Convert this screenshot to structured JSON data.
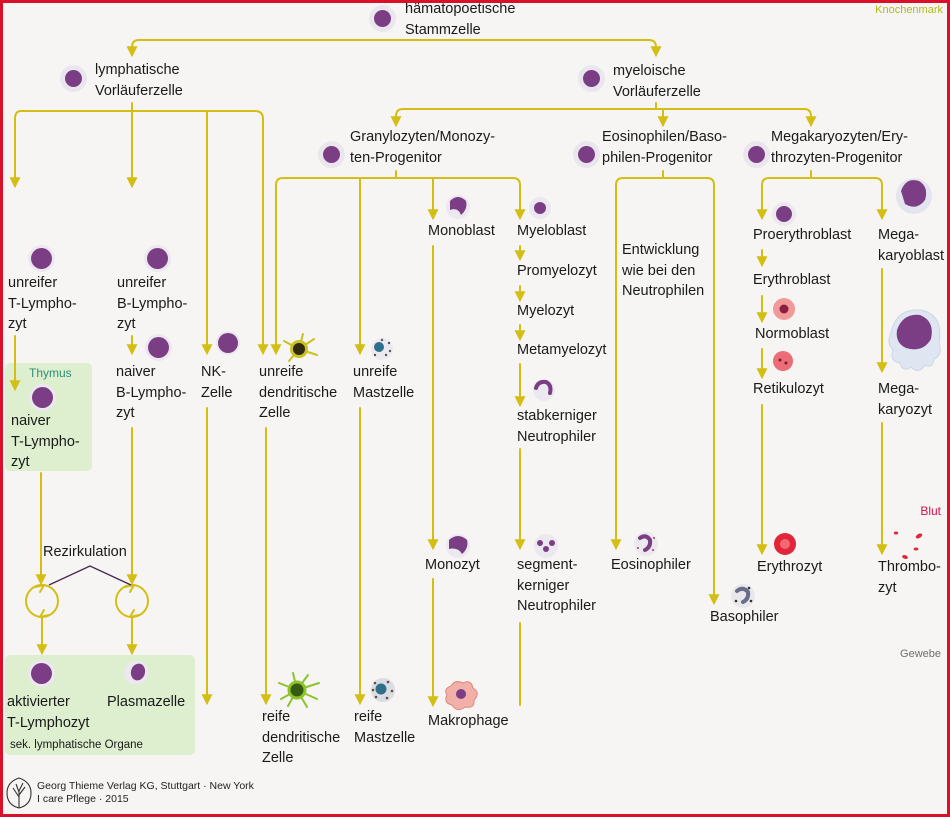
{
  "regions": {
    "bone_marrow": "Knochenmark",
    "blood": "Blut",
    "tissue": "Gewebe",
    "thymus": "Thymus",
    "secondary_organs": "sek. lymphatische Organe"
  },
  "nodes": {
    "stem_cell": "hämatopoetische\nStammzelle",
    "lymphoid_progenitor": "lymphatische\nVorläuferzelle",
    "myeloid_progenitor": "myeloische\nVorläuferzelle",
    "gm_progenitor": "Granylozyten/Monozy-\nten-Progenitor",
    "eb_progenitor": "Eosinophilen/Baso-\nphilen-Progenitor",
    "mk_progenitor": "Megakaryozyten/Ery-\nthrozyten-Progenitor",
    "immature_t": "unreifer\nT-Lympho-\nzyt",
    "immature_b": "unreifer\nB-Lympho-\nzyt",
    "naive_b": "naiver\nB-Lympho-\nzyt",
    "nk_cell": "NK-\nZelle",
    "immature_dc": "unreife\ndendritische\nZelle",
    "immature_mast": "unreife\nMastzelle",
    "monoblast": "Monoblast",
    "myeloblast": "Myeloblast",
    "promyelocyte": "Promyelozyt",
    "myelocyte": "Myelozyt",
    "metamyelocyte": "Metamyelozyt",
    "band_neutrophil": "stabkerniger\nNeutrophiler",
    "eb_development": "Entwicklung\nwie bei den\nNeutrophilen",
    "proerythroblast": "Proerythroblast",
    "erythroblast": "Erythroblast",
    "normoblast": "Normoblast",
    "reticulocyte": "Retikulozyt",
    "megakaryoblast": "Mega-\nkaryoblast",
    "megakaryocyte": "Mega-\nkaryozyt",
    "naive_t": "naiver\nT-Lympho-\nzyt",
    "recirculation": "Rezirkulation",
    "monocyte": "Monozyt",
    "segmented_neutrophil": "segment-\nkerniger\nNeutrophiler",
    "eosinophil": "Eosinophiler",
    "basophil": "Basophiler",
    "erythrocyte": "Erythrozyt",
    "thrombocyte": "Thrombo-\nzyt",
    "activated_t": "aktivierter\nT-Lymphozyt",
    "plasma_cell": "Plasmazelle",
    "mature_dc": "reife\ndendritische\nZelle",
    "mature_mast": "reife\nMastzelle",
    "macrophage": "Makrophage"
  },
  "credit": "Georg Thieme Verlag KG, Stuttgart · New York\nI care Pflege · 2015",
  "colors": {
    "arrow": "#d4be14",
    "nucleus": "#7b3e85",
    "region_bone_marrow": "#b3b81e",
    "region_blood": "#d8104a",
    "region_tissue": "#6f6f6f",
    "thymus_label": "#2e8f7a",
    "panel_green": "#ddefcf",
    "border": "#d8102a"
  }
}
